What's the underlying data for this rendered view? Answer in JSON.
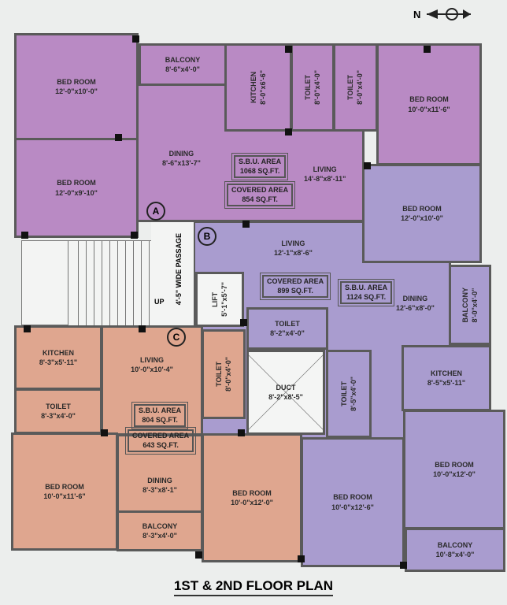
{
  "title": "1ST & 2ND FLOOR PLAN",
  "north": "N",
  "colors": {
    "unit_a": "#b98ac4",
    "unit_b": "#a99ccf",
    "unit_c": "#dfa68f"
  },
  "unit_a": {
    "marker": "A",
    "sbu": [
      "S.B.U. AREA",
      "1068 SQ.FT."
    ],
    "covered": [
      "COVERED AREA",
      "854 SQ.FT."
    ],
    "rooms": [
      [
        "BED ROOM",
        "12'-0\"x10'-0\""
      ],
      [
        "BED ROOM",
        "12'-0\"x9'-10\""
      ],
      [
        "BALCONY",
        "8'-6\"x4'-0\""
      ],
      [
        "DINING",
        "8'-6\"x13'-7\""
      ],
      [
        "KITCHEN",
        "8'-0\"x6'-6\""
      ],
      [
        "TOILET",
        "8'-0\"x4'-0\""
      ],
      [
        "TOILET",
        "8'-0\"x4'-0\""
      ],
      [
        "BED ROOM",
        "10'-0\"x11'-6\""
      ],
      [
        "LIVING",
        "14'-8\"x8'-11\""
      ]
    ]
  },
  "unit_b": {
    "marker": "B",
    "sbu": [
      "S.B.U. AREA",
      "1124 SQ.FT."
    ],
    "covered": [
      "COVERED AREA",
      "899 SQ.FT."
    ],
    "rooms": [
      [
        "BED ROOM",
        "12'-0\"x10'-0\""
      ],
      [
        "LIVING",
        "12'-1\"x8'-6\""
      ],
      [
        "DINING",
        "12'-6\"x8'-0\""
      ],
      [
        "BALCONY",
        "8'-0\"x4'-0\""
      ],
      [
        "TOILET",
        "8'-2\"x4'-0\""
      ],
      [
        "TOILET",
        "8'-5\"x4'-0\""
      ],
      [
        "KITCHEN",
        "8'-5\"x5'-11\""
      ],
      [
        "BED ROOM",
        "10'-0\"x12'-6\""
      ],
      [
        "BED ROOM",
        "10'-0\"x12'-0\""
      ],
      [
        "BALCONY",
        "10'-8\"x4'-0\""
      ]
    ]
  },
  "unit_c": {
    "marker": "C",
    "sbu": [
      "S.B.U. AREA",
      "804 SQ.FT."
    ],
    "covered": [
      "COVERED AREA",
      "643 SQ.FT."
    ],
    "rooms": [
      [
        "KITCHEN",
        "8'-3\"x5'-11\""
      ],
      [
        "TOILET",
        "8'-3\"x4'-0\""
      ],
      [
        "BED ROOM",
        "10'-0\"x11'-6\""
      ],
      [
        "LIVING",
        "10'-0\"x10'-4\""
      ],
      [
        "DINING",
        "8'-3\"x8'-1\""
      ],
      [
        "BALCONY",
        "8'-3\"x4'-0\""
      ],
      [
        "TOILET",
        "8'-0\"x4'-0\""
      ],
      [
        "BED ROOM",
        "10'-0\"x12'-0\""
      ]
    ]
  },
  "common": {
    "lift": [
      "LIFT",
      "5'-1\"x5'-7\""
    ],
    "duct": [
      "DUCT",
      "8'-2\"x8'-5\""
    ],
    "passage": "4'-5\" WIDE PASSAGE",
    "up": "UP"
  }
}
